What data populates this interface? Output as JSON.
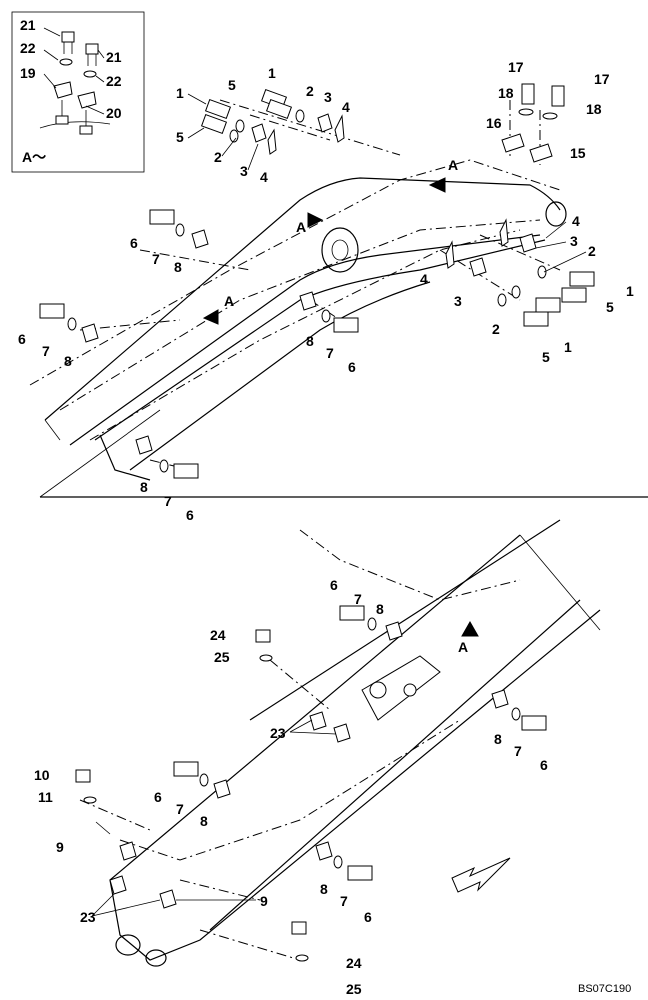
{
  "inset": {
    "title": "A～",
    "callouts": [
      "21",
      "22",
      "21",
      "22",
      "19",
      "20"
    ]
  },
  "upper_boom": {
    "callouts": [
      "1",
      "5",
      "2",
      "3",
      "4",
      "1",
      "5",
      "2",
      "3",
      "4",
      "17",
      "17",
      "18",
      "18",
      "16",
      "15",
      "4",
      "3",
      "2",
      "1",
      "5",
      "4",
      "3",
      "2",
      "1",
      "5",
      "6",
      "7",
      "8",
      "6",
      "7",
      "8",
      "8",
      "7",
      "6",
      "8",
      "7",
      "6"
    ],
    "view_marks": [
      "A",
      "A",
      "A"
    ]
  },
  "lower_arm": {
    "callouts": [
      "6",
      "7",
      "8",
      "24",
      "25",
      "23",
      "8",
      "7",
      "6",
      "10",
      "11",
      "6",
      "7",
      "8",
      "9",
      "23",
      "9",
      "8",
      "7",
      "6",
      "24",
      "25"
    ],
    "view_marks": [
      "A"
    ]
  },
  "drawing_code": "BS07C190"
}
